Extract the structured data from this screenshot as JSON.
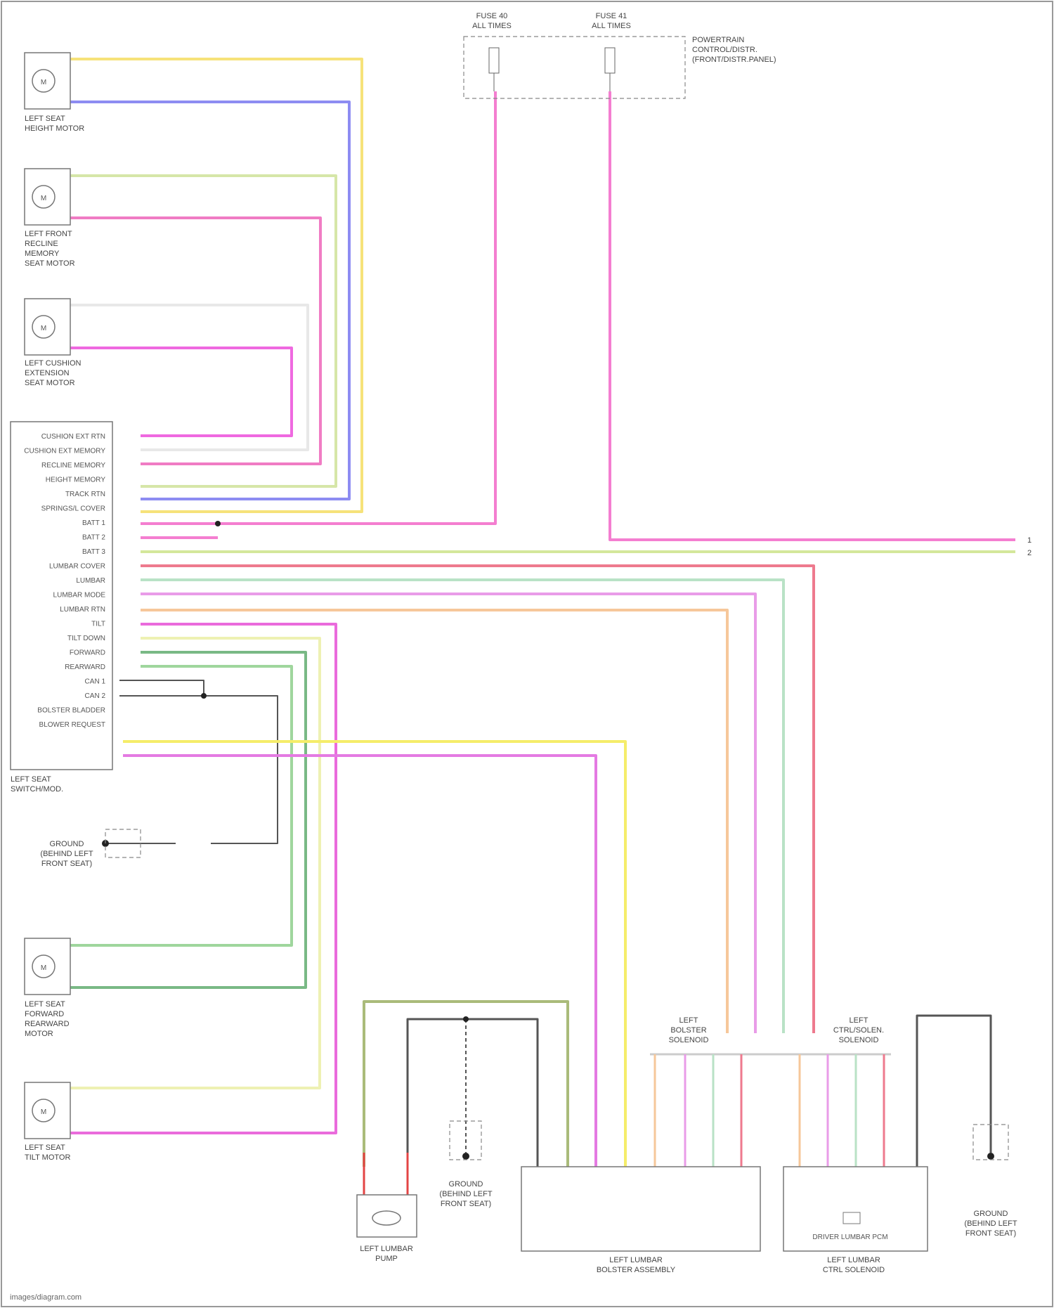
{
  "diagram": {
    "top_fuses": [
      {
        "id": "fuse-left",
        "label_line1": "FUSE 40",
        "label_line2": "ALL TIMES"
      },
      {
        "id": "fuse-right",
        "label_line1": "FUSE 41",
        "label_line2": "ALL TIMES"
      }
    ],
    "pdc_label": [
      "POWERTRAIN",
      "CONTROL/DISTR.",
      "(FRONT/DISTR.PANEL)"
    ],
    "motors": [
      {
        "id": "motor-1",
        "label": [
          "LEFT SEAT",
          "HEIGHT MOTOR"
        ]
      },
      {
        "id": "motor-2",
        "label": [
          "LEFT FRONT",
          "RECLINE",
          "MEMORY",
          "SEAT MOTOR"
        ]
      },
      {
        "id": "motor-3",
        "label": [
          "LEFT CUSHION",
          "EXTENSION",
          "SEAT MOTOR"
        ]
      },
      {
        "id": "motor-4",
        "label": [
          "LEFT SEAT",
          "FORWARD",
          "REARWARD",
          "MOTOR"
        ]
      },
      {
        "id": "motor-5",
        "label": [
          "LEFT SEAT",
          "TILT MOTOR"
        ]
      }
    ],
    "module": {
      "label": [
        "LEFT SEAT",
        "SWITCH/MOD."
      ],
      "pins": [
        "CUSHION EXT RTN",
        "CUSHION EXT MEMORY",
        "RECLINE MEMORY",
        "HEIGHT MEMORY",
        "TRACK RTN",
        "SPRINGS/L COVER",
        "BATT 1",
        "BATT 2",
        "BATT 3",
        "LUMBAR COVER",
        "LUMBAR",
        "LUMBAR MODE",
        "LUMBAR RTN",
        "TILT",
        "TILT DOWN",
        "FORWARD",
        "REARWARD",
        "CAN 1",
        "CAN 2",
        "BOLSTER BLADDER",
        "BLOWER REQUEST"
      ]
    },
    "ground_label": [
      "GROUND",
      "(BEHIND LEFT",
      "FRONT SEAT)"
    ],
    "lumbar_pump_label": [
      "LEFT LUMBAR",
      "PUMP"
    ],
    "ground2_label": [
      "GROUND",
      "(BEHIND LEFT",
      "FRONT SEAT)"
    ],
    "bolster_assembly_label": [
      "LEFT LUMBAR",
      "BOLSTER ASSEMBLY"
    ],
    "lumbar_solenoid_label": [
      "LEFT LUMBAR",
      "CTRL SOLENOID"
    ],
    "ground3_label": [
      "GROUND",
      "(BEHIND LEFT",
      "FRONT SEAT)"
    ],
    "solenoid_block_label": [
      "LEFT",
      "BOLSTER",
      "SOLENOID"
    ],
    "solenoid_block2_label": [
      "LEFT",
      "CTRL/SOLEN.",
      "SOLENOID"
    ],
    "lumbar_inner_label": "DRIVER LUMBAR PCM",
    "right_pins": [
      "1",
      "2"
    ],
    "footer": "images/diagram.com"
  }
}
